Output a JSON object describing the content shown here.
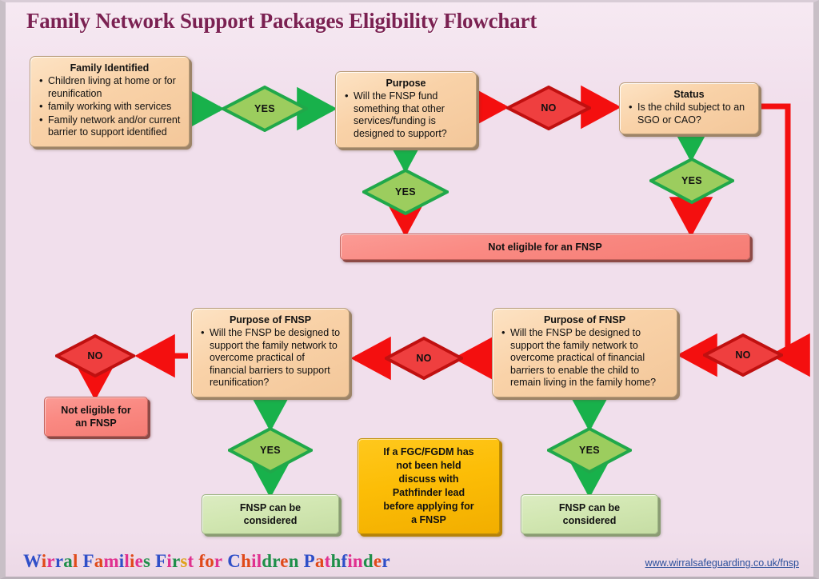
{
  "page": {
    "title": "Family Network Support Packages Eligibility Flowchart",
    "background_color": "#f1dfec",
    "title_color": "#7b2152"
  },
  "colors": {
    "process_fill": "#f8cfa4",
    "process_border": "#b99c78",
    "yes_diamond_fill": "#9ccd5e",
    "yes_diamond_border": "#20a84a",
    "no_diamond_fill": "#ef3f3f",
    "no_diamond_border": "#c01010",
    "green_arrow": "#18b14b",
    "red_arrow": "#f40f0f",
    "not_eligible_fill": "#fa8a83",
    "can_be_considered_fill": "#d2e7b2",
    "fgc_note_fill": "#fcbd06"
  },
  "nodes": {
    "family_identified": {
      "heading": "Family Identified",
      "bullets": [
        "Children living at home or for reunification",
        "family working with services",
        "Family network and/or current barrier to support identified"
      ]
    },
    "purpose": {
      "heading": "Purpose",
      "bullets": [
        "Will the FNSP fund something that other services/funding is designed to support?"
      ]
    },
    "status": {
      "heading": "Status",
      "bullets": [
        "Is the child subject to an SGO or CAO?"
      ]
    },
    "purpose_of_fnsp_right": {
      "heading": "Purpose of FNSP",
      "bullets": [
        "Will the FNSP be designed to support the family network to overcome practical of financial barriers to enable the child to remain living in the family home?"
      ]
    },
    "purpose_of_fnsp_left": {
      "heading": "Purpose of FNSP",
      "bullets": [
        "Will the FNSP be designed to support the family network to overcome practical of financial barriers to support reunification?"
      ]
    },
    "not_eligible_bar": {
      "label": "Not eligible for an FNSP"
    },
    "not_eligible_small": {
      "label": "Not eligible for\nan FNSP"
    },
    "fnsp_considered_left": {
      "label": "FNSP can be\nconsidered"
    },
    "fnsp_considered_right": {
      "label": "FNSP can be\nconsidered"
    },
    "fgc_note": {
      "label": "If a FGC/FGDM has\nnot been held\ndiscuss with\nPathfinder lead\nbefore applying for\na FNSP"
    }
  },
  "decisions": {
    "yes_family_to_purpose": "YES",
    "no_purpose_to_status": "NO",
    "yes_purpose_down": "YES",
    "yes_status_down": "YES",
    "no_status_to_right_box": "NO",
    "no_right_to_left_box": "NO",
    "no_left_to_not_eligible": "NO",
    "yes_left_box_down": "YES",
    "yes_right_box_down": "YES"
  },
  "footer": {
    "brand_letters": [
      {
        "t": "W",
        "c": "#2f4fc8"
      },
      {
        "t": "i",
        "c": "#e04a1a"
      },
      {
        "t": "r",
        "c": "#e0318f"
      },
      {
        "t": "r",
        "c": "#2f4fc8"
      },
      {
        "t": "a",
        "c": "#1f8f4a"
      },
      {
        "t": "l",
        "c": "#e04a1a"
      },
      {
        "t": " ",
        "c": "#000000"
      },
      {
        "t": "F",
        "c": "#2f4fc8"
      },
      {
        "t": "a",
        "c": "#e04a1a"
      },
      {
        "t": "m",
        "c": "#e0318f"
      },
      {
        "t": "i",
        "c": "#2f4fc8"
      },
      {
        "t": "l",
        "c": "#e0318f"
      },
      {
        "t": "i",
        "c": "#e04a1a"
      },
      {
        "t": "e",
        "c": "#e0318f"
      },
      {
        "t": "s",
        "c": "#1f8f4a"
      },
      {
        "t": " ",
        "c": "#000000"
      },
      {
        "t": "F",
        "c": "#2f4fc8"
      },
      {
        "t": "i",
        "c": "#e0318f"
      },
      {
        "t": "r",
        "c": "#1f8f4a"
      },
      {
        "t": "s",
        "c": "#e0a21a"
      },
      {
        "t": "t",
        "c": "#e0318f"
      },
      {
        "t": " ",
        "c": "#000000"
      },
      {
        "t": "f",
        "c": "#e04a1a"
      },
      {
        "t": "o",
        "c": "#e04a1a"
      },
      {
        "t": "r",
        "c": "#e0318f"
      },
      {
        "t": " ",
        "c": "#000000"
      },
      {
        "t": "C",
        "c": "#2f4fc8"
      },
      {
        "t": "h",
        "c": "#e04a1a"
      },
      {
        "t": "i",
        "c": "#e0318f"
      },
      {
        "t": "l",
        "c": "#e0318f"
      },
      {
        "t": "d",
        "c": "#1f8f4a"
      },
      {
        "t": "r",
        "c": "#1f8f4a"
      },
      {
        "t": "e",
        "c": "#e04a1a"
      },
      {
        "t": "n",
        "c": "#1f8f4a"
      },
      {
        "t": " ",
        "c": "#000000"
      },
      {
        "t": "P",
        "c": "#2f4fc8"
      },
      {
        "t": "a",
        "c": "#e04a1a"
      },
      {
        "t": "t",
        "c": "#e0318f"
      },
      {
        "t": "h",
        "c": "#1f8f4a"
      },
      {
        "t": "f",
        "c": "#2f4fc8"
      },
      {
        "t": "i",
        "c": "#e0318f"
      },
      {
        "t": "n",
        "c": "#e0318f"
      },
      {
        "t": "d",
        "c": "#1f8f4a"
      },
      {
        "t": "e",
        "c": "#e04a1a"
      },
      {
        "t": "r",
        "c": "#2f4fc8"
      }
    ],
    "brand_text": "Wirral Families First for Children Pathfinder",
    "url": "www.wirralsafeguarding.co.uk/fnsp"
  }
}
